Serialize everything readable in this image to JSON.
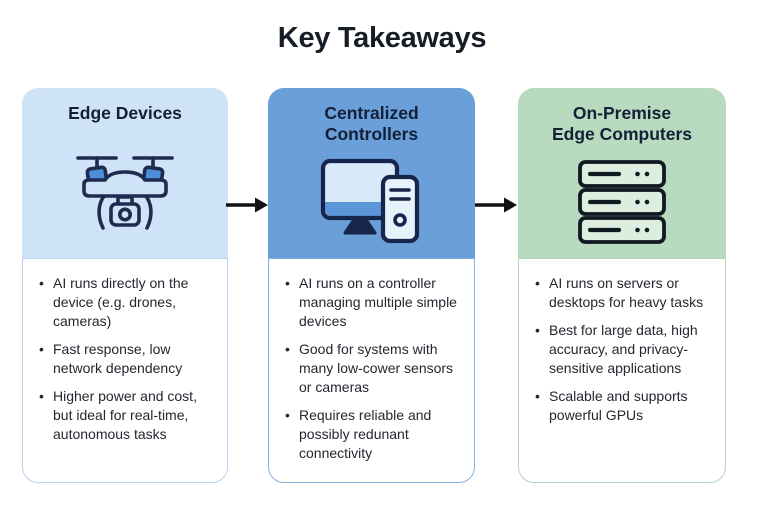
{
  "title": "Key Takeaways",
  "palette": {
    "page_bg": "#ffffff",
    "title_color": "#171d26",
    "card_title_color": "#142037",
    "body_text_color": "#23272f",
    "arrow_color": "#111111",
    "icon_outline_blue": "#1d2c4e",
    "icon_outline_dark": "#101820",
    "icon_accent_blue": "#4b8fd9"
  },
  "cards": [
    {
      "title": "Edge Devices",
      "icon": "drone-icon",
      "header_bg": "#cfe3f8",
      "border_color": "#b7d2ef",
      "bullets": [
        "AI runs directly on the device (e.g. drones, cameras)",
        "Fast response, low network dependency",
        "Higher power and cost, but ideal for real-time, autonomous tasks"
      ]
    },
    {
      "title": "Centralized\nControllers",
      "icon": "desktop-computer-icon",
      "header_bg": "#6b9fda",
      "border_color": "#84b0e0",
      "bullets": [
        "AI runs on a controller managing multiple simple devices",
        "Good for systems with many low-cower sensors or cameras",
        "Requires reliable and possibly redunant connectivity"
      ]
    },
    {
      "title": "On-Premise\nEdge Computers",
      "icon": "server-stack-icon",
      "header_bg": "#b8dabe",
      "border_color": "#b2d6b9",
      "bullets": [
        "AI runs on servers or desktops for heavy tasks",
        "Best for large data, high accuracy, and privacy-sensitive applications",
        "Scalable and supports powerful GPUs"
      ]
    }
  ],
  "arrows": [
    {
      "name": "arrow-edge-to-controller",
      "direction": "right"
    },
    {
      "name": "arrow-controller-to-onpremise",
      "direction": "right"
    }
  ]
}
